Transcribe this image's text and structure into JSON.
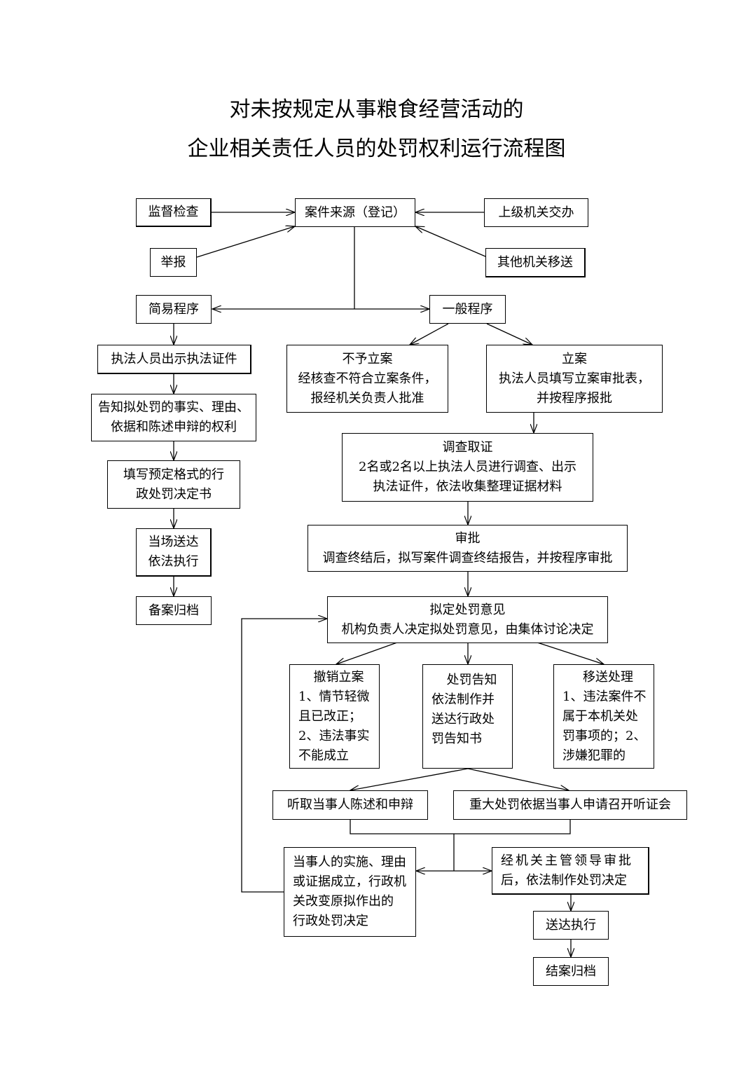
{
  "title": {
    "line1": "对未按规定从事粮食经营活动的",
    "line2": "企业相关责任人员的处罚权利运行流程图"
  },
  "nodes": {
    "jiandu": "监督检查",
    "anjian": "案件来源（登记）",
    "shangji": "上级机关交办",
    "jubao": "举报",
    "qita": "其他机关移送",
    "jianyi": "简易程序",
    "yiban": "一般程序",
    "chushi": "执法人员出示执法证件",
    "gaozhi": [
      "告知拟处罚的事实、理由、",
      "依据和陈述申辩的权利"
    ],
    "tianxie": [
      "填写预定格式的行",
      "政处罚决定书"
    ],
    "dangchang": [
      "当场送达",
      "依法执行"
    ],
    "beian": "备案归档",
    "buyu": [
      "不予立案",
      "经核查不符合立案条件，",
      "报经机关负责人批准"
    ],
    "lian": [
      "立案",
      "执法人员填写立案审批表，",
      "并按程序报批"
    ],
    "diaocha": [
      "调查取证",
      "2名或2名以上执法人员进行调查、出示",
      "执法证件，依法收集整理证据材料"
    ],
    "shenpi": [
      "审批",
      "调查终结后，拟写案件调查终结报告，并按程序审批"
    ],
    "niding": [
      "拟定处罚意见",
      "机构负责人决定拟处罚意见，由集体讨论决定"
    ],
    "chexiao": [
      "撤销立案",
      "1、情节轻微",
      "且已改正；",
      "2、违法事实",
      "不能成立"
    ],
    "chufa": [
      "处罚告知",
      "依法制作并",
      "送达行政处",
      "罚告知书"
    ],
    "yisong": [
      "移送处理",
      "1、违法案件不",
      "属于本机关处",
      "罚事项的；2、",
      "涉嫌犯罪的"
    ],
    "tingqu": "听取当事人陈述和申辩",
    "zhongda": "重大处罚依据当事人申请召开听证会",
    "dangshiren": [
      "当事人的实施、理由",
      "或证据成立，行政机",
      "关改变原拟作出的",
      "行政处罚决定"
    ],
    "jingjiguan": [
      "经机关主管领导审批",
      "后，依法制作处罚决定"
    ],
    "songda": "送达执行",
    "jiean": "结案归档"
  }
}
